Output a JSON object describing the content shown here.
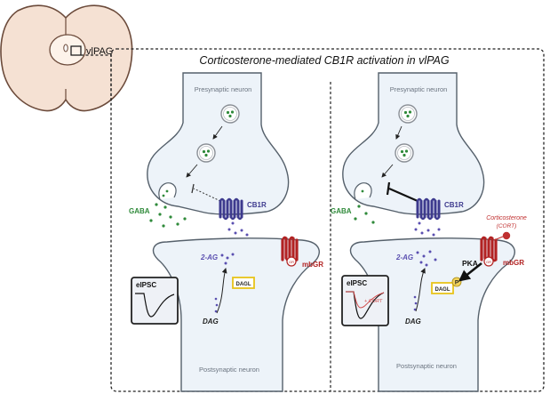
{
  "title": "Corticosterone-mediated CB1R activation in vlPAG",
  "brain_region": "vlPAG",
  "panels": [
    {
      "id": "control",
      "presynaptic": "Presynaptic neuron",
      "postsynaptic": "Postsynaptic neuron",
      "gaba": "GABA",
      "cb1r": "CB1R",
      "two_ag": "2-AG",
      "dagl": "DAGL",
      "dag": "DAG",
      "mbgr": "mbGR",
      "eipsc": "eIPSC"
    },
    {
      "id": "cort",
      "presynaptic": "Presynaptic neuron",
      "postsynaptic": "Postsynaptic neuron",
      "gaba": "GABA",
      "cb1r": "CB1R",
      "two_ag": "2-AG",
      "dagl": "DAGL",
      "dag": "DAG",
      "mbgr": "mbGR",
      "eipsc": "eIPSC",
      "cort_trace": "+ CORT",
      "corticosterone": "Corticosterone",
      "cort_abbrev": "(CORT)",
      "pka": "PKA",
      "phospho": "P",
      "gr_tag": "GR"
    }
  ],
  "colors": {
    "gaba": "#2f8a3a",
    "cb1r": "#3d3a8e",
    "two_ag": "#5a4fb0",
    "mbgr": "#b22222",
    "dagl_border": "#e8c31a",
    "neuron_fill": "#edf3f9",
    "neuron_stroke": "#55606b",
    "brain_fill": "#f5e1d3",
    "brain_stroke": "#6b4a3a"
  }
}
